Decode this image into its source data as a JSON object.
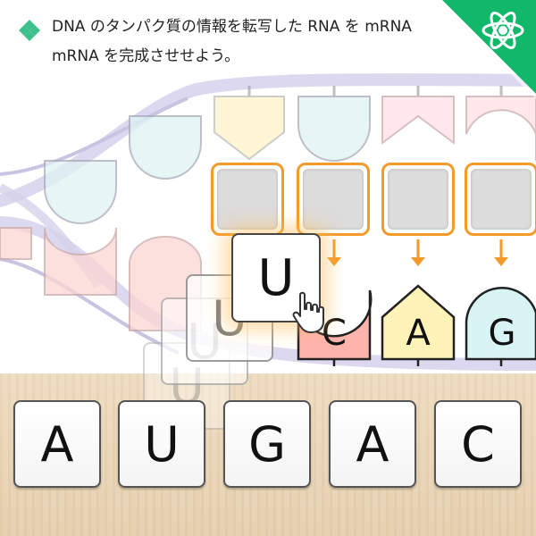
{
  "instruction": {
    "text": "DNA のタンパク質の情報を転写した RNA を mRNA\nmRNA を完成させせよう。"
  },
  "template_bases": [
    "C",
    "A",
    "G"
  ],
  "dragged_card": {
    "letter": "U"
  },
  "ghost_cards": [
    "U",
    "U",
    "U"
  ],
  "answer_cards": [
    {
      "letter": "A"
    },
    {
      "letter": "U"
    },
    {
      "letter": "G"
    },
    {
      "letter": "A"
    },
    {
      "letter": "C"
    }
  ],
  "colors": {
    "slot_border": "#f39a2a",
    "badge": "#12b86a",
    "base_C": "#ffb3ad",
    "base_A": "#fff3b8",
    "base_G": "#d8f4f4"
  },
  "icons": {
    "instruction": "diamond-cluster-icon",
    "badge": "atom-icon",
    "cursor": "hand-pointer-icon"
  }
}
